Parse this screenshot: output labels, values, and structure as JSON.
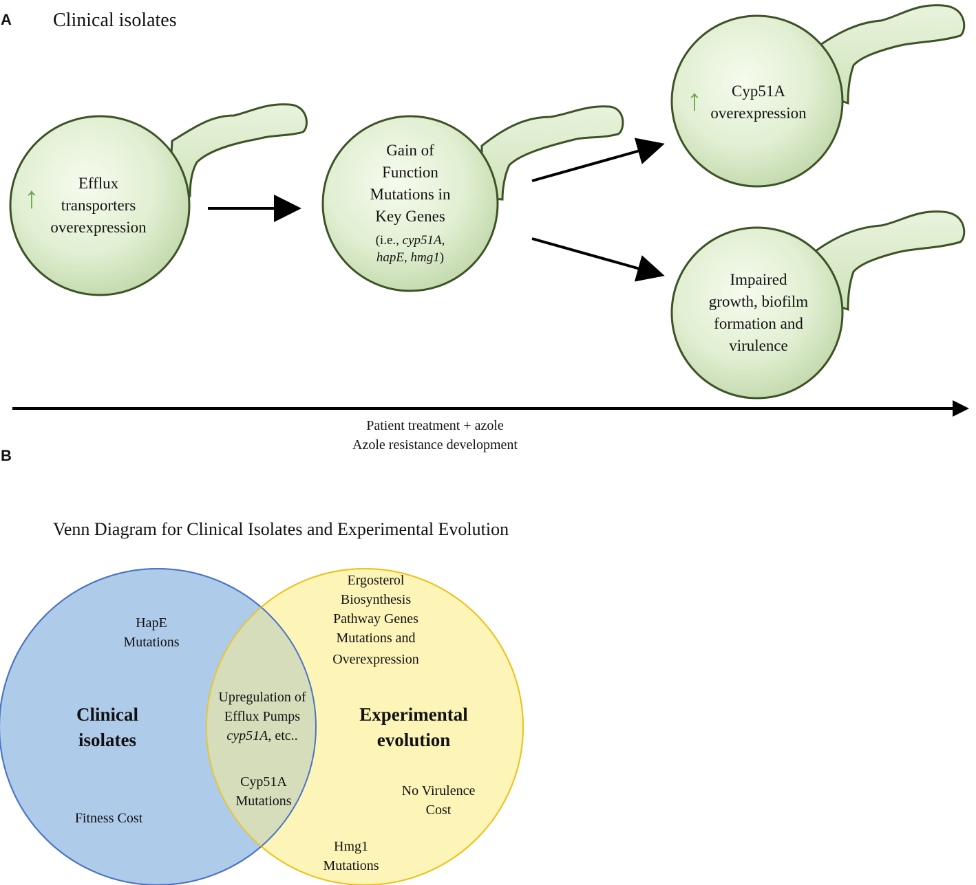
{
  "panel_a": {
    "letter": "A",
    "title": "Clinical isolates",
    "cell_1": {
      "line1": "Efflux",
      "line2": "transporters",
      "line3": "overexpression"
    },
    "cell_2": {
      "line1": "Gain of",
      "line2": "Function",
      "line3": "Mutations in",
      "line4": "Key Genes",
      "sub_open": "(i.e., ",
      "sub_gene1": "cyp51A",
      "sub_comma1": ",",
      "sub_gene2": "hapE",
      "sub_comma2": ", ",
      "sub_gene3": "hmg1",
      "sub_close": ")"
    },
    "cell_3": {
      "line1": "Cyp51A",
      "line2": "overexpression"
    },
    "cell_4": {
      "line1": "Impaired",
      "line2": "growth, biofilm",
      "line3": "formation and",
      "line4": "virulence"
    },
    "up_arrow_glyph": "↑",
    "axis_label_1": "Patient treatment + azole",
    "axis_label_2": "Azole resistance development"
  },
  "panel_b": {
    "letter": "B",
    "title": "Venn Diagram for Clinical Isolates and Experimental Evolution",
    "left_set": {
      "label_line1": "Clinical",
      "label_line2": "isolates",
      "color": "#aecbea"
    },
    "right_set": {
      "label_line1": "Experimental",
      "label_line2": "evolution",
      "color": "#fdf4b8"
    },
    "left_only": {
      "item1_line1": "HapE",
      "item1_line2": "Mutations",
      "item2": "Fitness Cost"
    },
    "overlap": {
      "item1_line1": "Upregulation of",
      "item1_line2": "Efflux Pumps",
      "item1_gene": "cyp51A",
      "item1_suffix": ", etc..",
      "item2_line1": "Cyp51A",
      "item2_line2": "Mutations"
    },
    "right_only": {
      "item1_line1": "Ergosterol",
      "item1_line2": "Biosynthesis",
      "item1_line3": "Pathway Genes",
      "item1_line4": "Mutations and",
      "item1_line5": "Overexpression",
      "item2_line1": "No Virulence",
      "item2_line2": "Cost",
      "item3_line1": "Hmg1",
      "item3_line2": "Mutations"
    }
  }
}
